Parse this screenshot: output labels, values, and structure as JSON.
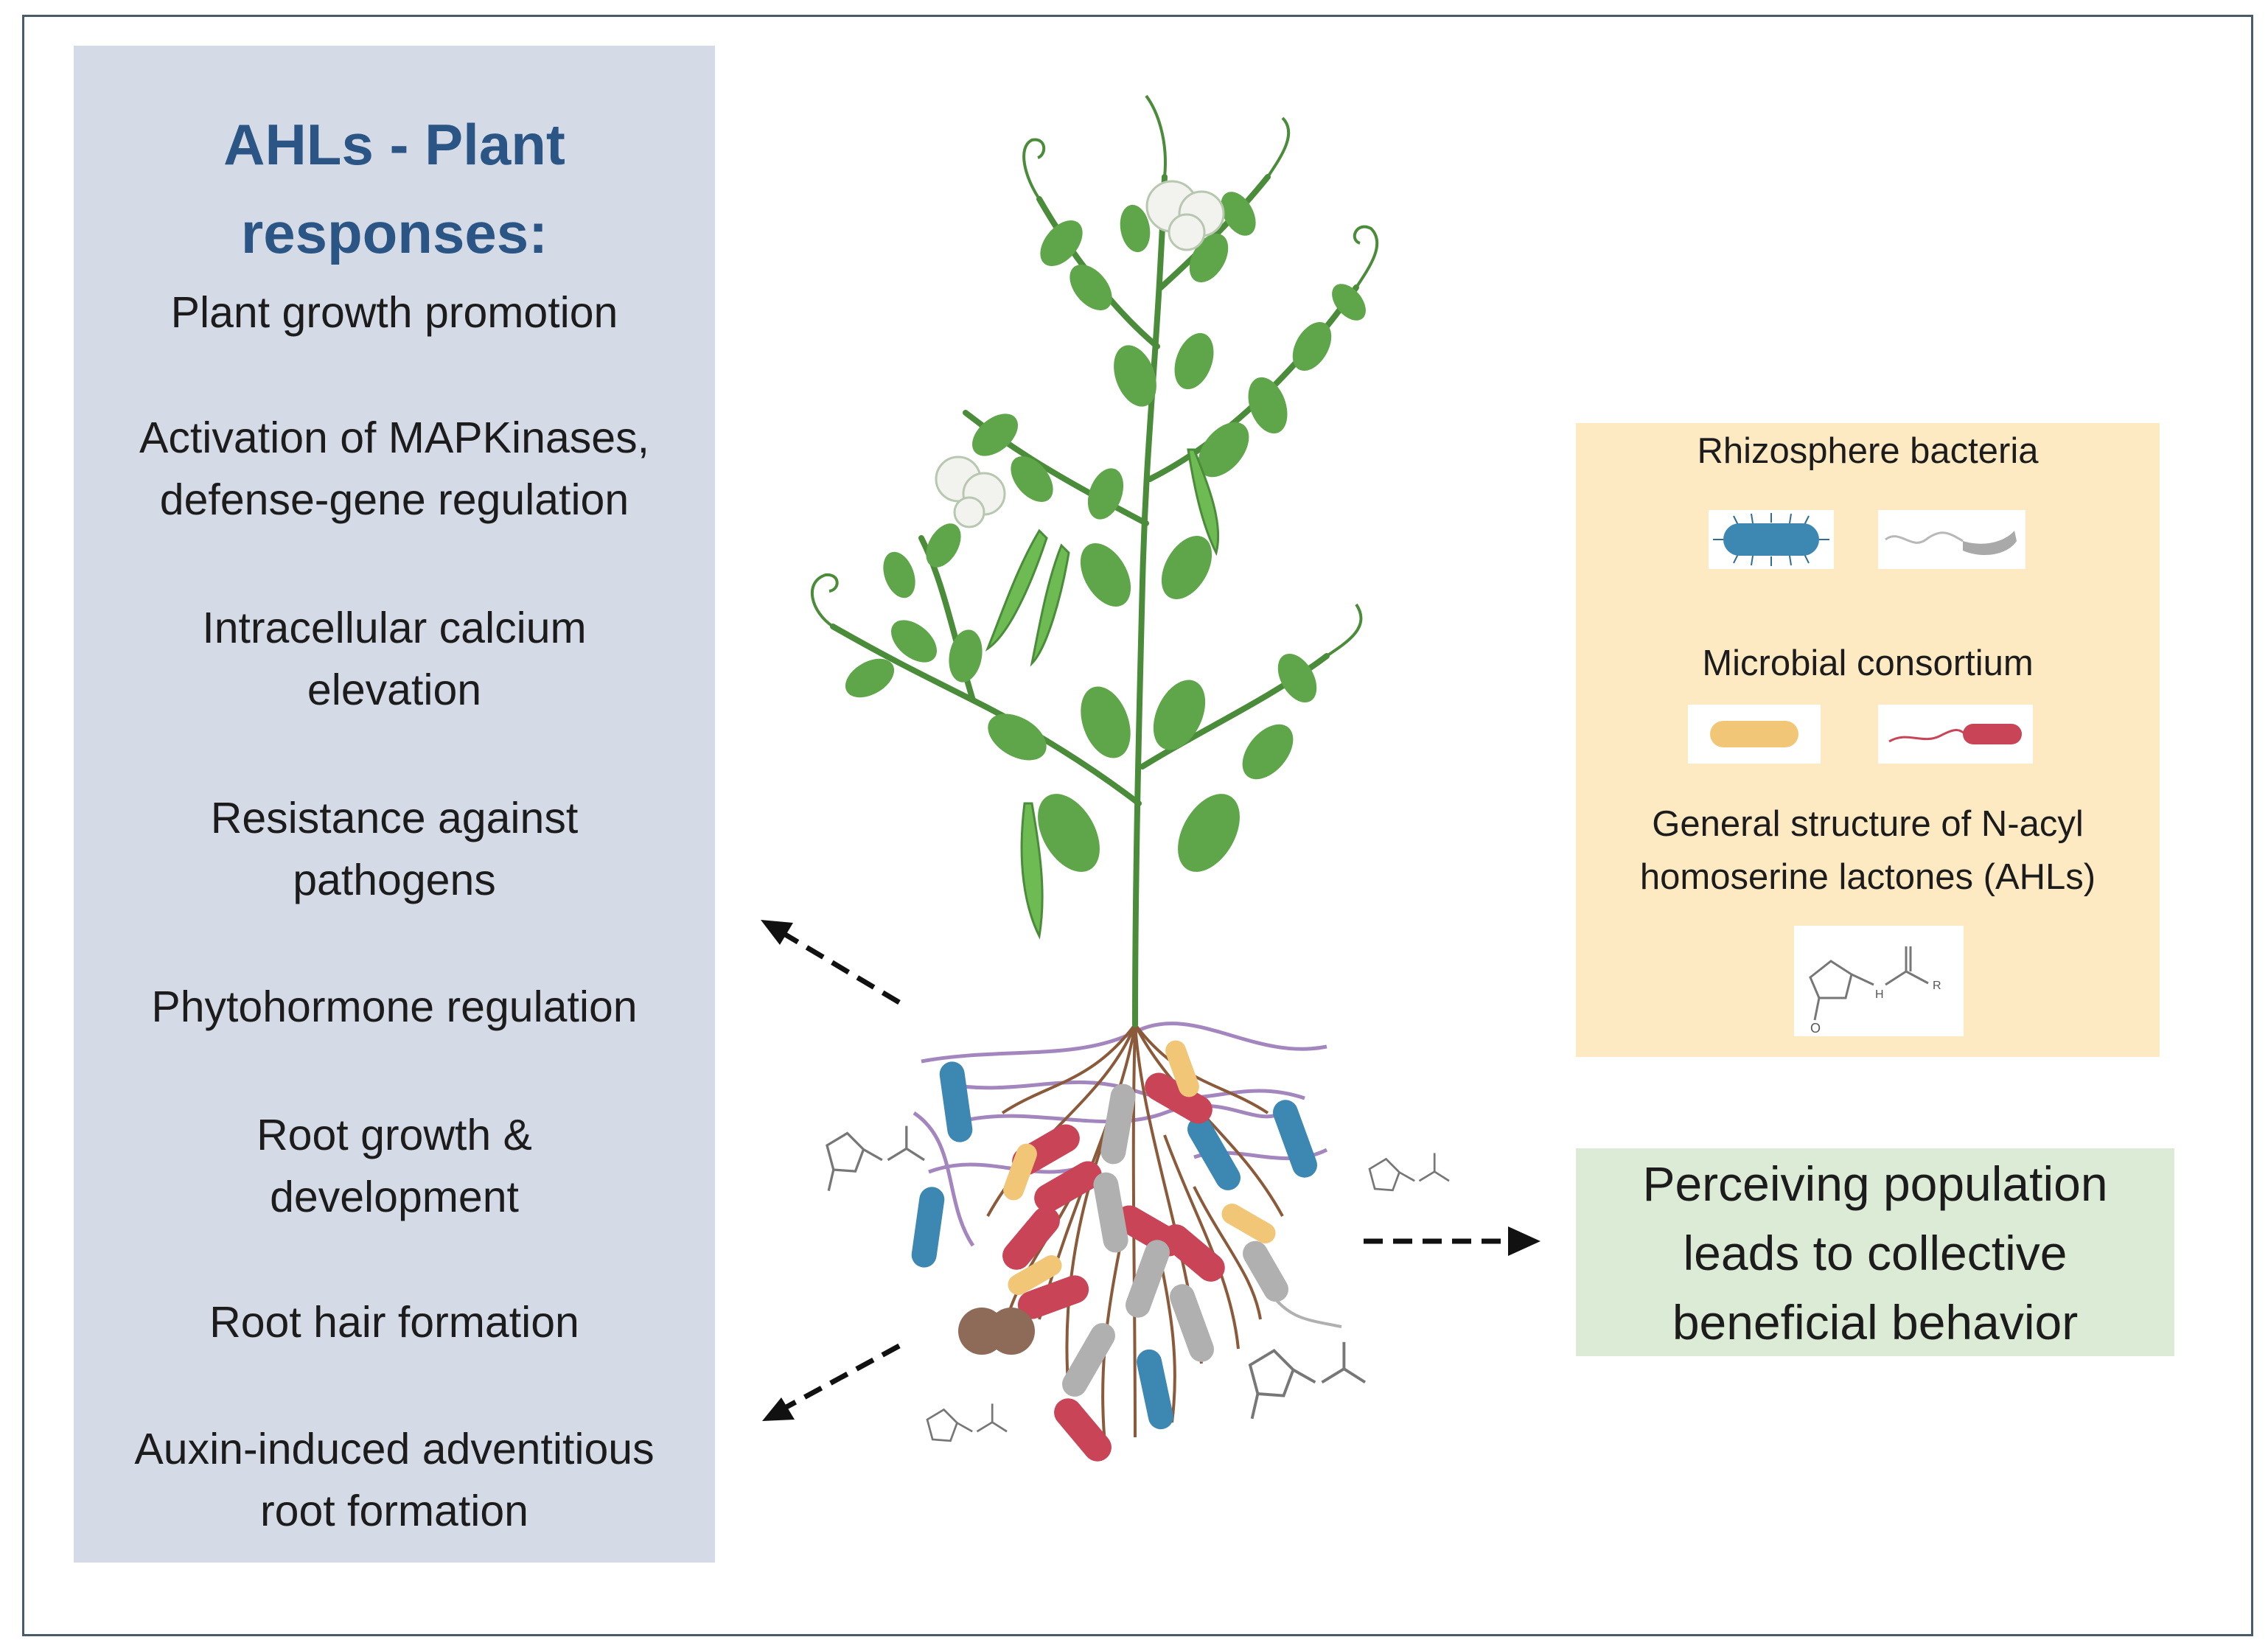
{
  "left_panel": {
    "title_line1": "AHLs - Plant",
    "title_line2": "responses:",
    "items": [
      [
        "Plant growth promotion"
      ],
      [
        "Activation of MAPKinases,",
        "defense-gene  regulation"
      ],
      [
        "Intracellular  calcium",
        "elevation"
      ],
      [
        "Resistance  against",
        "pathogens"
      ],
      [
        "Phytohormone  regulation"
      ],
      [
        "Root growth &",
        "development"
      ],
      [
        "Root hair formation"
      ],
      [
        "Auxin-induced  adventitious",
        "root formation"
      ]
    ]
  },
  "right_panel": {
    "rhizosphere_label": "Rhizosphere bacteria",
    "consortium_label": "Microbial consortium",
    "structure_label_line1": "General structure of N-acyl",
    "structure_label_line2": "homoserine lactones (AHLs)"
  },
  "behavior_box": {
    "line1": "Perceiving population",
    "line2": "leads to collective",
    "line3": "beneficial behavior"
  },
  "molecule_atoms": {
    "oxygen": "O",
    "nitrogen_h": "H",
    "residue": "R"
  },
  "colors": {
    "left_panel_bg": "#d5dbe6",
    "title_color": "#2a5585",
    "right_panel_bg": "#fde9c2",
    "behavior_bg": "#dcebd5",
    "plant_green": "#5fa64a",
    "stem_green": "#4a8c3a",
    "root_brown": "#8a5a3a",
    "bacteria_blue": "#3d87b3",
    "bacteria_red": "#c94456",
    "bacteria_yellow": "#f1c777",
    "bacteria_grey": "#b0b0b0",
    "hyphae_purple": "#9b7ab8"
  }
}
